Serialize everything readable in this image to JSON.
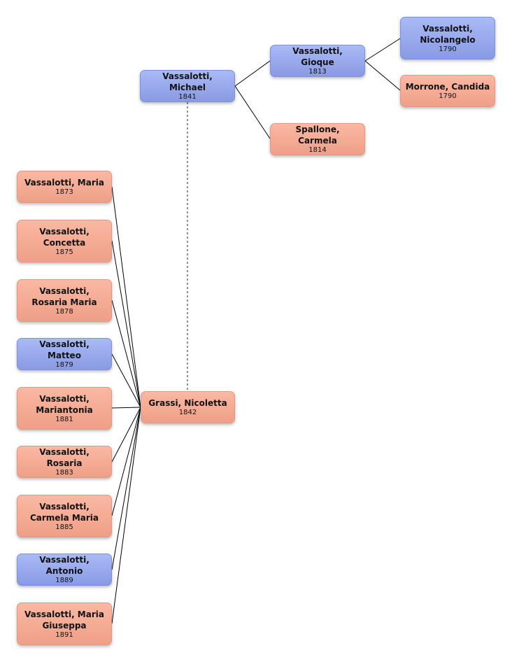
{
  "colors": {
    "female": "#f4a990",
    "male": "#98a9ec",
    "line": "#000000"
  },
  "persons": {
    "michael": {
      "name": "Vassalotti, Michael",
      "year": "1841"
    },
    "gioque": {
      "name": "Vassalotti, Gioque",
      "year": "1813"
    },
    "carmela_s": {
      "name": "Spallone, Carmela",
      "year": "1814"
    },
    "nicolangelo": {
      "name": "Vassalotti, Nicolangelo",
      "year": "1790"
    },
    "candida": {
      "name": "Morrone, Candida",
      "year": "1790"
    },
    "nicoletta": {
      "name": "Grassi, Nicoletta",
      "year": "1842"
    },
    "maria": {
      "name": "Vassalotti, Maria",
      "year": "1873"
    },
    "concetta": {
      "name": "Vassalotti, Concetta",
      "year": "1875"
    },
    "rosaria_maria": {
      "name": "Vassalotti, Rosaria Maria",
      "year": "1878"
    },
    "matteo": {
      "name": "Vassalotti, Matteo",
      "year": "1879"
    },
    "mariantonia": {
      "name": "Vassalotti, Mariantonia",
      "year": "1881"
    },
    "rosaria": {
      "name": "Vassalotti, Rosaria",
      "year": "1883"
    },
    "carmela_maria": {
      "name": "Vassalotti, Carmela Maria",
      "year": "1885"
    },
    "antonio": {
      "name": "Vassalotti, Antonio",
      "year": "1889"
    },
    "maria_giuseppa": {
      "name": "Vassalotti, Maria Giuseppa",
      "year": "1891"
    }
  }
}
